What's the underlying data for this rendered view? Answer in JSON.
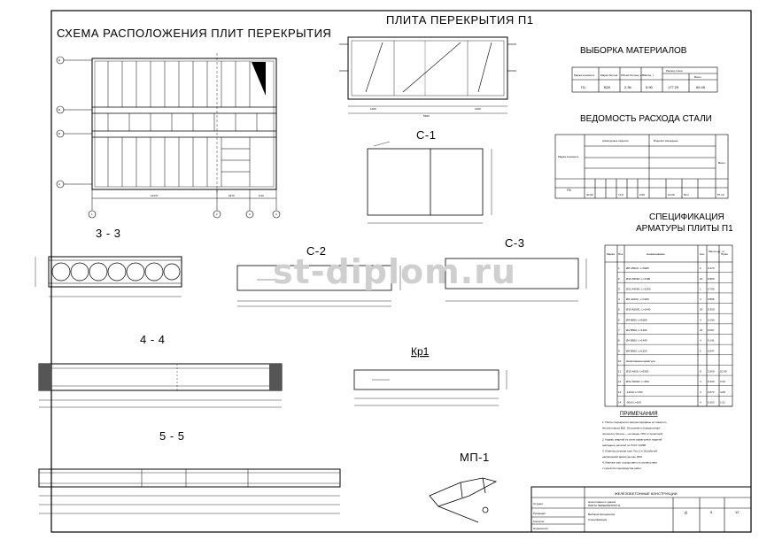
{
  "titles": {
    "scheme": "СХЕМА РАСПОЛОЖЕНИЯ ПЛИТ ПЕРЕКРЫТИЯ",
    "slab": "ПЛИТА ПЕРЕКРЫТИЯ П1",
    "materials": "ВЫБОРКА МАТЕРИАЛОВ",
    "steel": "ВЕДОМОСТЬ РАСХОДА СТАЛИ",
    "spec1": "СПЕЦИФИКАЦИЯ",
    "spec2": "АРМАТУРЫ ПЛИТЫ П1",
    "notes": "ПРИМЕЧАНИЯ",
    "c1": "С-1",
    "c2": "С-2",
    "c3": "С-3",
    "s33": "3 - 3",
    "s44": "4 - 4",
    "s55": "5 - 5",
    "kr1": "Кр1",
    "mp1": "МП-1"
  },
  "watermark": "st-diplom.ru",
  "scheme": {
    "axes_left": [
      "Д",
      "В",
      "Б",
      "А"
    ],
    "axes_bottom": [
      "1",
      "2",
      "3",
      "4"
    ],
    "dims": [
      "14470",
      "3370",
      "6.00"
    ]
  },
  "slab": {
    "dims": [
      "5300",
      "1200",
      "1490"
    ]
  },
  "materials_table": {
    "headers": [
      "Марка элемента",
      "Марка бетона",
      "Объем бетона, м3",
      "Масса, т",
      "Расход стали",
      "Всего"
    ],
    "row": [
      "П1",
      "В20",
      "2.36",
      "5.90",
      "177.29",
      "69.45"
    ]
  },
  "steel_table": {
    "row_mark": "П1",
    "headers": [
      "Марка элемента",
      "Арматурные изделия",
      "Изделия закладные",
      "Всего"
    ],
    "values": [
      "40.06",
      "71.9",
      "0.69",
      "10.06",
      "50.1",
      "57.10"
    ]
  },
  "spec_table": {
    "headers": [
      "Марка",
      "Поз.",
      "Наименование",
      "Кол.",
      "Масса ед., кг",
      "Прим."
    ],
    "rows": [
      [
        "1",
        "Ø8 А500С, L=5280",
        "2",
        "0.370",
        ""
      ],
      [
        "2",
        "Ø10 А500С, L=1180",
        "10",
        "0.800",
        ""
      ],
      [
        "3",
        "Ø12 А400С, L=1200",
        "1",
        "0.795",
        ""
      ],
      [
        "4",
        "Ø6 А240С, L=1200",
        "4",
        "0.856",
        ""
      ],
      [
        "5",
        "Ø10 А500С, L=1440",
        "20",
        "0.300",
        ""
      ],
      [
        "6",
        "Ø4 В500, L=5280",
        "4",
        "0.190",
        ""
      ],
      [
        "7",
        "Ø4 В500, L=1200",
        "20",
        "0.097",
        ""
      ],
      [
        "8",
        "Ø4 В500, L=1440",
        "4",
        "0.141",
        ""
      ],
      [
        "9",
        "Ø4 В500, L=1200",
        "2",
        "0.047",
        ""
      ],
      [
        "10",
        "Напрягаемая арматура",
        "",
        "",
        ""
      ],
      [
        "11",
        "Ø10 А600, L=5300",
        "8",
        "3.269",
        "10.90"
      ],
      [
        "12",
        "Ø12 А500С, L=250",
        "4",
        "0.330",
        "3.33"
      ],
      [
        "13",
        "-120х6 L=150",
        "4",
        "0.673",
        "4.08"
      ],
      [
        "14",
        "-50х5 L=100",
        "4",
        "0.253",
        "1.01"
      ]
    ]
  },
  "notes": {
    "lines": [
      "1. Плиты перекрытия запроектированы из тяжелого",
      "   бетона класса В20. Отпускная и передаточная",
      "   прочность бетона — не менее 70% от проектной.",
      "2. Каркас сварной из сетки арматурных изделий",
      "   закладных деталей по ГОСТ 14098.",
      "3. Отметка сечения плит Поз.2 п.10 рабочей",
      "   напрягаемой арматуры мм. Ø10.",
      "4. Монтаж плит осуществить в соответствии",
      "   с проектом производства работ."
    ]
  },
  "stamp": {
    "title": "ЖЕЛЕЗОБЕТОННЫЕ КОНСТРУКЦИИ",
    "sub1": "многоэтажного здания",
    "sub2": "ПЛИТА ПЕРЕКРЫТИЯ П1",
    "sub3": "Выборка материалов",
    "sub4": "Спецификация",
    "stage": "Д",
    "sheet": "5",
    "sheets": "12",
    "roles": [
      "Студент",
      "Руководит.",
      "Консульт.",
      "Нормоконтр."
    ]
  }
}
